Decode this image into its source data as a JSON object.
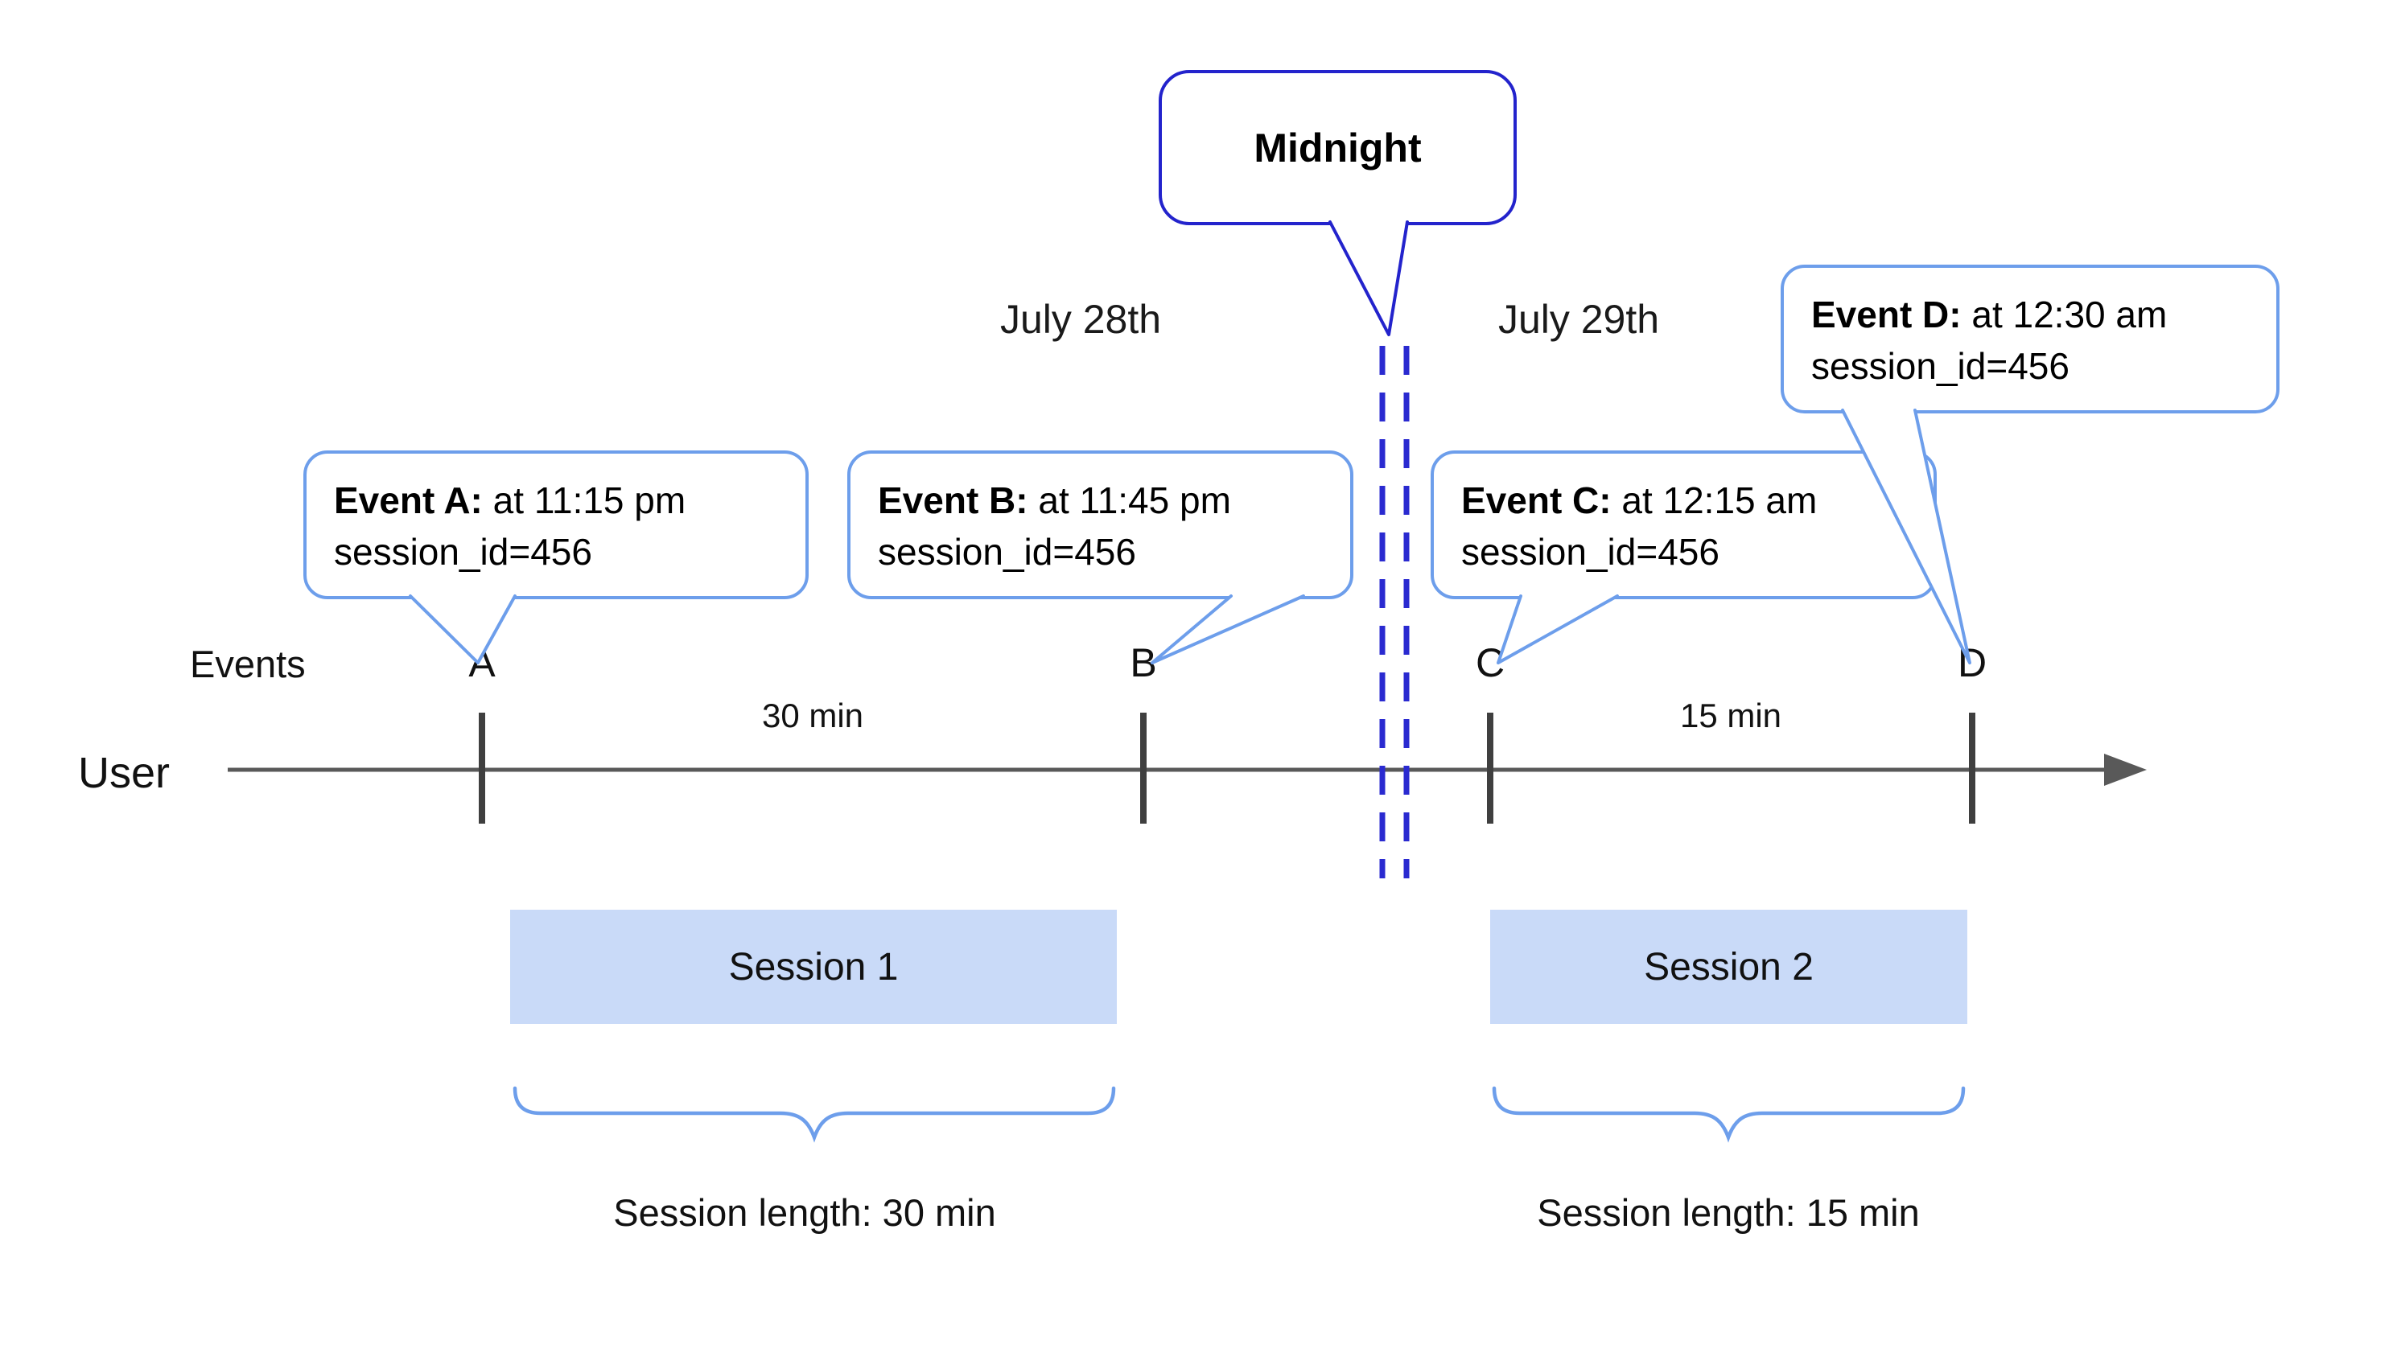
{
  "midnight": {
    "label": "Midnight"
  },
  "dates": {
    "left": "July 28th",
    "right": "July 29th"
  },
  "axis": {
    "events_label": "Events",
    "user_label": "User"
  },
  "events": [
    {
      "marker": "A",
      "title": "Event A:",
      "time": "at 11:15 pm",
      "session": "session_id=456"
    },
    {
      "marker": "B",
      "title": "Event B:",
      "time": "at 11:45 pm",
      "session": "session_id=456"
    },
    {
      "marker": "C",
      "title": "Event C:",
      "time": "at 12:15 am",
      "session": "session_id=456"
    },
    {
      "marker": "D",
      "title": "Event D:",
      "time": "at 12:30 am",
      "session": "session_id=456"
    }
  ],
  "intervals": {
    "a_to_b": "30 min",
    "c_to_d": "15 min"
  },
  "sessions": [
    {
      "label": "Session 1",
      "length": "Session length: 30 min"
    },
    {
      "label": "Session 2",
      "length": "Session length: 15 min"
    }
  ],
  "colors": {
    "event_bubble_border": "#6d9eeb",
    "midnight_bubble_border": "#2323cc",
    "midnight_dashed_line": "#2a2ad0",
    "session_fill": "#c9daf8",
    "timeline": "#595959",
    "brace": "#6d9eeb"
  }
}
